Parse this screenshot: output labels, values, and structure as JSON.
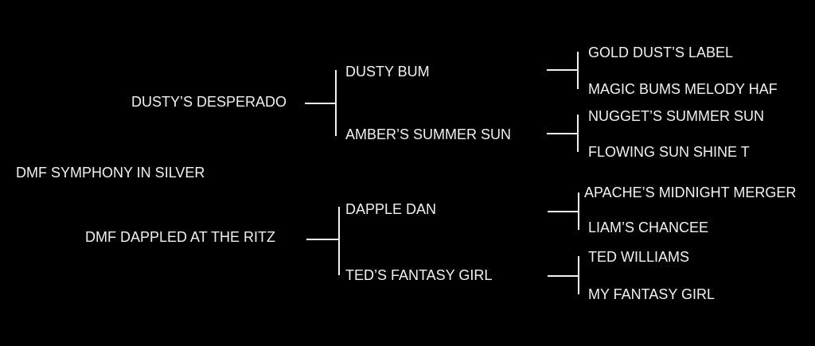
{
  "subject": "DMF SYMPHONY IN SILVER",
  "sire": "DUSTY’S DESPERADO",
  "dam": "DMF DAPPLED AT THE RITZ",
  "sire_sire": "DUSTY BUM",
  "sire_dam": "AMBER’S SUMMER SUN",
  "dam_sire": "DAPPLE DAN",
  "dam_dam": "TED’S FANTASY GIRL",
  "ggp": [
    "GOLD DUST’S LABEL",
    "MAGIC BUMS MELODY HAF",
    "NUGGET’S SUMMER SUN",
    "FLOWING SUN SHINE T",
    "APACHE’S MIDNIGHT MERGER",
    "LIAM’S CHANCEE",
    "TED WILLIAMS",
    "MY FANTASY GIRL"
  ]
}
